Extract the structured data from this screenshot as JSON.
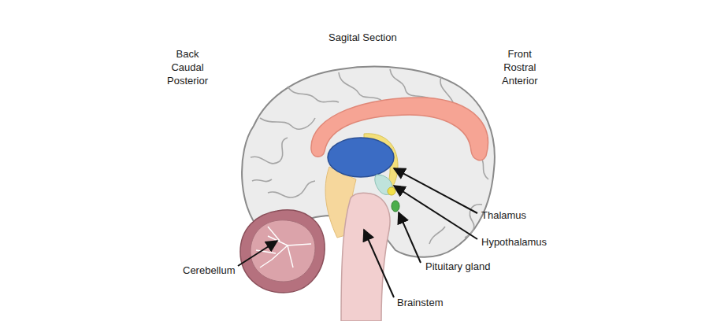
{
  "diagram": {
    "title": "Sagital Section",
    "labels": [
      "Back Caudal Posterior",
      "Front Rostral Anterior",
      "Thalamus",
      "Hypothalamus",
      "Pituitary gland",
      "Cerebellum",
      "Brainstem"
    ]
  }
}
